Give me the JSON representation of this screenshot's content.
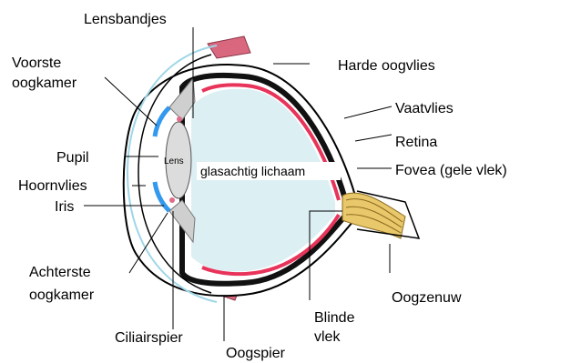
{
  "diagram": {
    "labels": {
      "lensbandjes": "Lensbandjes",
      "voorste_oogkamer_1": "Voorste",
      "voorste_oogkamer_2": "oogkamer",
      "harde_oogvlies": "Harde oogvlies",
      "vaatvlies": "Vaatvlies",
      "retina": "Retina",
      "fovea": "Fovea (gele vlek)",
      "pupil": "Pupil",
      "hoornvlies": "Hoornvlies",
      "iris": "Iris",
      "lens": "Lens",
      "glasachtig_lichaam": "glasachtig lichaam",
      "achterste_oogkamer_1": "Achterste",
      "achterste_oogkamer_2": "oogkamer",
      "ciliairspier": "Ciliairspier",
      "oogspier": "Oogspier",
      "blinde_vlek_1": "Blinde",
      "blinde_vlek_2": "vlek",
      "oogzenuw": "Oogzenuw"
    },
    "colors": {
      "retina": "#e8345a",
      "choroid": "#111111",
      "vitreous": "#dceff3",
      "cornea": "#9fd6e8",
      "iris": "#3399ee",
      "muscle": "#d9687f",
      "nerve": "#e8c86a"
    }
  }
}
